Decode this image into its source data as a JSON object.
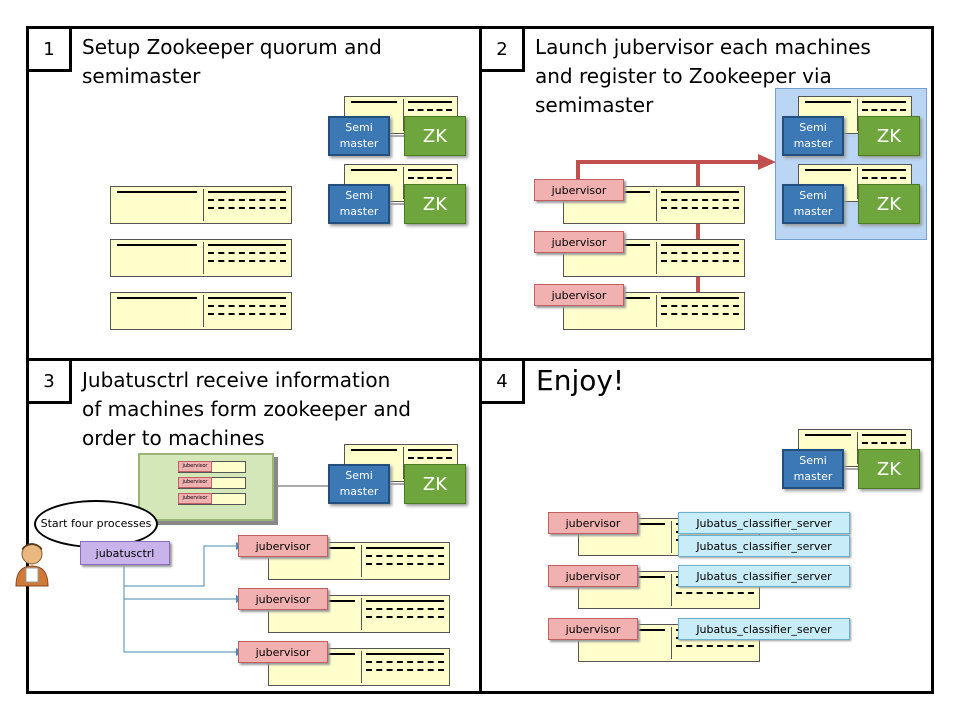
{
  "panels": [
    {
      "number": "1",
      "title_line1": "Setup Zookeeper  quorum and",
      "title_line2": "semimaster"
    },
    {
      "number": "2",
      "title_line1": "Launch jubervisor each machines",
      "title_line2": "and register to Zookeeper via",
      "title_line3": "semimaster"
    },
    {
      "number": "3",
      "title_line1": "Jubatusctrl receive information",
      "title_line2": "of machines form zookeeper and",
      "title_line3": "order to machines"
    },
    {
      "number": "4",
      "title_line1": "Enjoy!"
    }
  ],
  "labels": {
    "semi": "Semi master",
    "zk": "ZK",
    "jubervisor": "jubervisor",
    "jubatusctrl": "jubatusctrl",
    "speech": "Start four processes",
    "classifier": "Jubatus_classifier_server",
    "mini_tag": "jubervisor"
  },
  "colors": {
    "machine_fill": "#ffffcc",
    "semi_master": "#3c78b4",
    "zk": "#6ea53c",
    "jubervisor": "#f2b1b1",
    "classifier": "#c8ecf8",
    "jubatusctrl": "#c8b4ea",
    "arrow_red": "#c0504d",
    "arrow_blue": "#4a8ab4"
  }
}
